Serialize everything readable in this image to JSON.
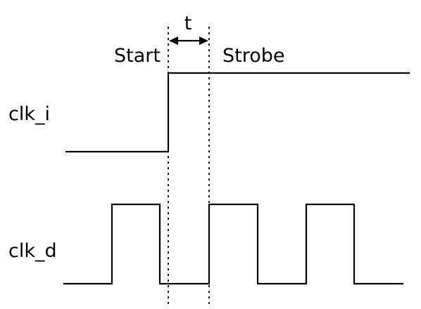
{
  "labels": {
    "clk_i": "clk_i",
    "clk_d": "clk_d",
    "start": "Start",
    "strobe": "Strobe",
    "interval": "t"
  },
  "colors": {
    "line": "#000000",
    "background": "#ffffff"
  }
}
